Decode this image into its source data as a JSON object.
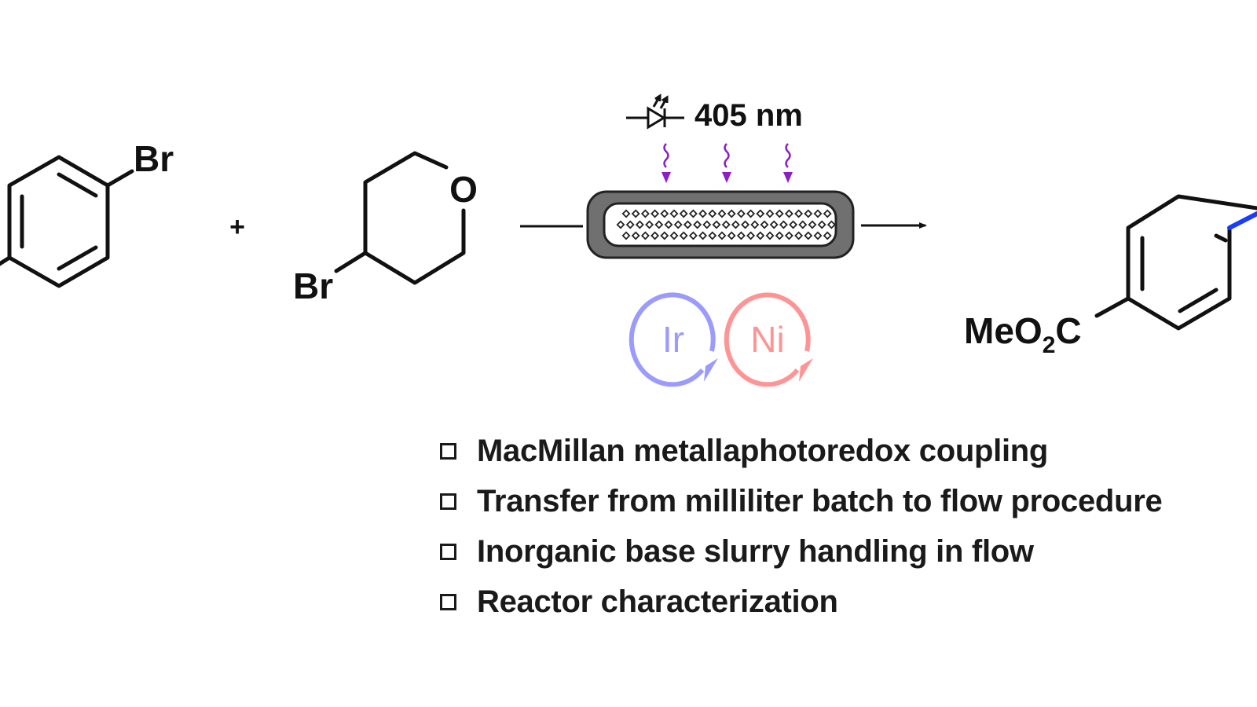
{
  "scheme": {
    "reagent1": {
      "substituent": "Br"
    },
    "plus_sign": "+",
    "reagent2": {
      "ring_heteroatom": "O",
      "substituent": "Br"
    },
    "reactor": {
      "light_label": "405 nm",
      "light_color": "#8b1fc4",
      "reactor_color": "#707070"
    },
    "catalysts": [
      {
        "label": "Ir",
        "color": "#9b9bff"
      },
      {
        "label": "Ni",
        "color": "#ff9494"
      }
    ],
    "product": {
      "ester_main": "MeO",
      "ester_sub": "2",
      "ester_tail": "C",
      "bond_color": "#1a3cff"
    }
  },
  "checklist": [
    {
      "label": "MacMillan metallaphotoredox coupling"
    },
    {
      "label": "Transfer from milliliter batch to flow procedure"
    },
    {
      "label": "Inorganic base slurry handling in flow"
    },
    {
      "label": "Reactor characterization"
    }
  ]
}
